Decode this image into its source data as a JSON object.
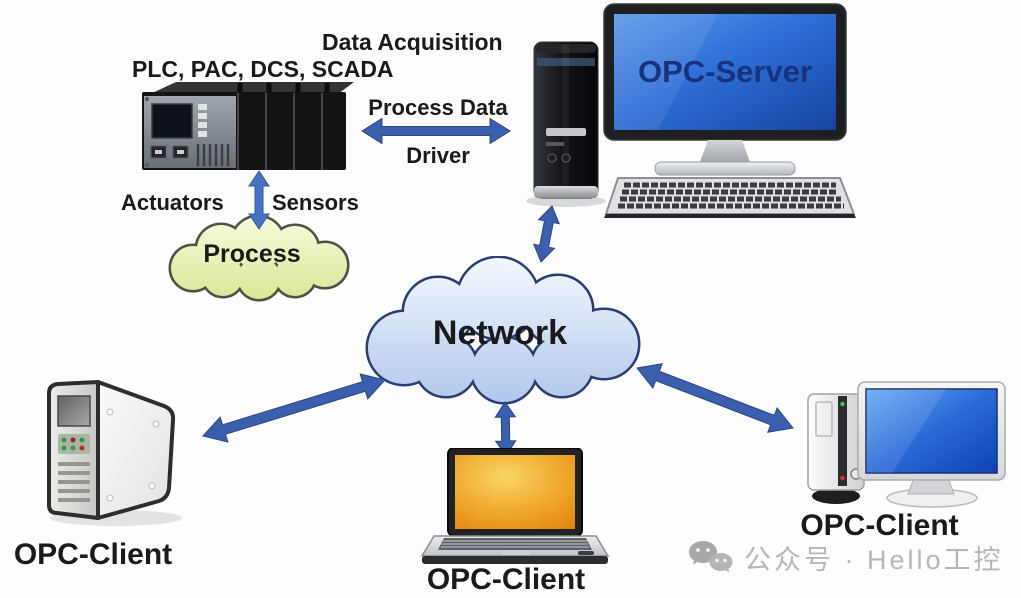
{
  "top_section": {
    "data_acquisition": "Data Acquisition",
    "plc_line": "PLC, PAC, DCS, SCADA",
    "process_data": "Process Data",
    "driver": "Driver",
    "actuators": "Actuators",
    "sensors": "Sensors"
  },
  "nodes": {
    "opc_server": "OPC-Server",
    "network": "Network",
    "process": "Process",
    "opc_client_left": "OPC-Client",
    "opc_client_center": "OPC-Client",
    "opc_client_right": "OPC-Client"
  },
  "watermark": {
    "icon": "wechat-icon",
    "text": "公众号 · Hello工控"
  },
  "colors": {
    "arrow_blue": "#3a5fae",
    "arrow_blue_light": "#4673c2",
    "network_cloud_fill": "#c3d4f2",
    "network_cloud_stroke": "#2c3e70",
    "process_cloud_fill": "#e4f0ac",
    "process_cloud_stroke": "#4d5340",
    "server_screen_blue": "#2f6fd8",
    "client_screen_blue": "#2a6ad8",
    "laptop_screen_orange": "#f0a62a",
    "text_black": "#1a1a1a",
    "watermark_gray": "#b6b6b6"
  }
}
